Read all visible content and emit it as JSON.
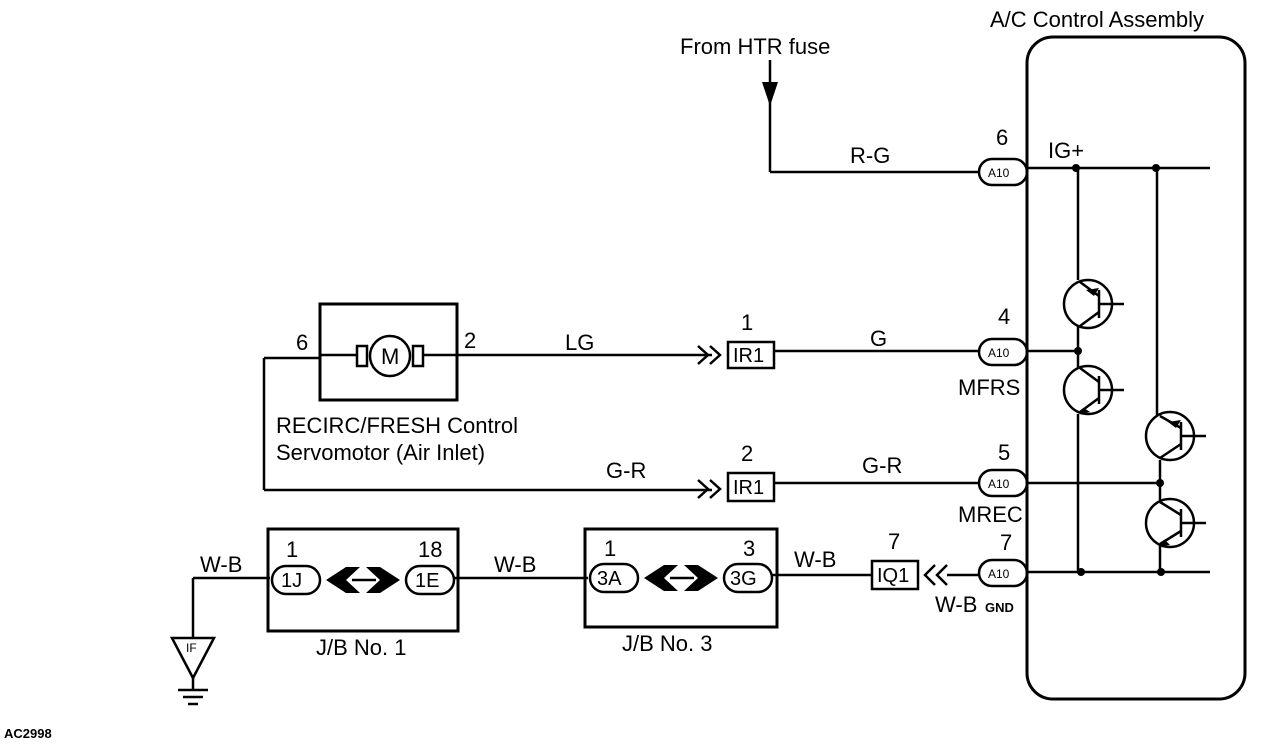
{
  "title": "A/C Control Assembly",
  "from_fuse": "From HTR fuse",
  "diagram_code": "AC2998",
  "servomotor": {
    "label_line1": "RECIRC/FRESH Control",
    "label_line2": "Servomotor (Air Inlet)",
    "motor_symbol": "M",
    "pin_left": "6",
    "pin_right": "2"
  },
  "wires": {
    "ig": "R-G",
    "lg": "LG",
    "g": "G",
    "gr_left": "G-R",
    "gr_right": "G-R",
    "wb_ground": "W-B",
    "wb_jb": "W-B",
    "wb_iq": "W-B",
    "wb_gnd": "W-B",
    "gnd_sub": "GND"
  },
  "connectors": {
    "a10": "A10",
    "ir1_top": "IR1",
    "ir1_bottom": "IR1",
    "iq1": "IQ1",
    "pin_ir1_top": "1",
    "pin_ir1_bottom": "2",
    "pin_iq1": "7"
  },
  "assembly_pins": {
    "ig_num": "6",
    "ig_name": "IG+",
    "mfrs_num": "4",
    "mfrs_name": "MFRS",
    "mrec_num": "5",
    "mrec_name": "MREC",
    "gnd_num": "7"
  },
  "jb1": {
    "label": "J/B No. 1",
    "left_conn": "1J",
    "right_conn": "1E",
    "left_pin": "1",
    "right_pin": "18"
  },
  "jb3": {
    "label": "J/B No. 3",
    "left_conn": "3A",
    "right_conn": "3G",
    "left_pin": "1",
    "right_pin": "3"
  },
  "ground": {
    "code": "IF"
  }
}
